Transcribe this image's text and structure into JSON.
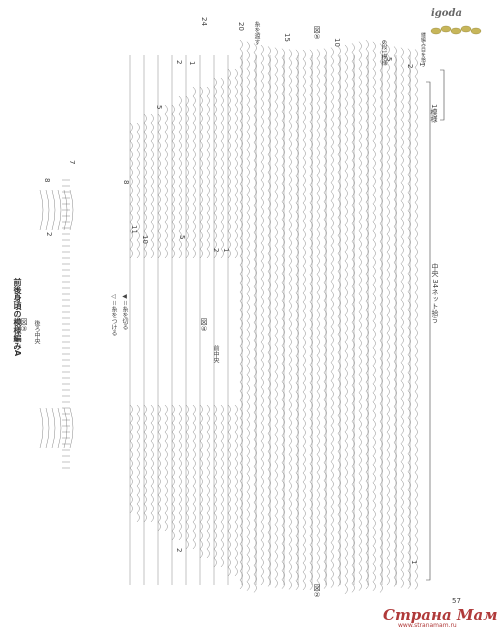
{
  "header": {
    "brand": "igoda"
  },
  "title": "前後身頃の模様編みA",
  "figures": {
    "fig2": "図②",
    "fig3": "図③",
    "fig4": "図④",
    "fig5": "図⑤"
  },
  "labels": {
    "back_center": "後ろ中央",
    "front_center": "前中央",
    "center_count": "中央 34ネット拾う",
    "pattern_count": "1模様",
    "attach_yarn": "◁＝糸をつける",
    "cut_yarn": "◀＝糸を切る",
    "pass_yarn": "糸を渡す",
    "dec_rows": "6段1模様",
    "edge_note": "縁編み目を拾う"
  },
  "row_numbers": [
    "24",
    "20",
    "15",
    "10",
    "5",
    "2",
    "1",
    "8",
    "7",
    "2",
    "8",
    "11",
    "10",
    "5",
    "2",
    "1",
    "5",
    "2",
    "1",
    "2",
    "1"
  ],
  "footer": {
    "page_number": "57"
  },
  "watermark": {
    "main": "Страна Мам",
    "sub": "www.stranamam.ru"
  }
}
